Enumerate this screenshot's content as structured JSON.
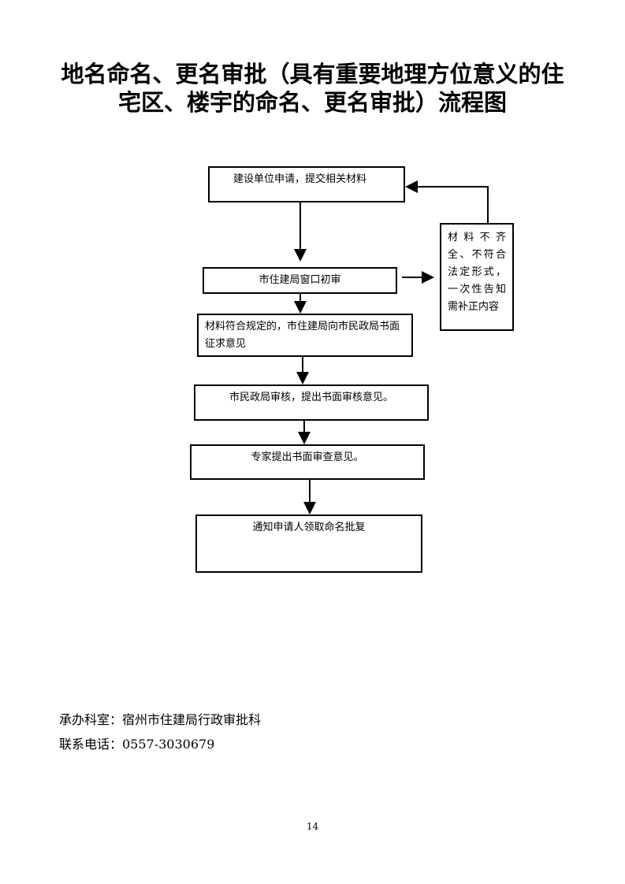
{
  "title": {
    "line1": "地名命名、更名审批（具有重要地理方位意义的住",
    "line2": "宅区、楼宇的命名、更名审批）流程图"
  },
  "flow": {
    "step1": "建设单位申请，提交相关材料",
    "step2": "市住建局窗口初审",
    "step3": "材料符合规定的，市住建局向市民政局书面征求意见",
    "step4": "市民政局审核，提出书面审核意见。",
    "step5": "专家提出书面审查意见。",
    "step6": "通知申请人领取命名批复",
    "side": "材 料 不 齐全、不符合法定形式，一次性告知需补正内容"
  },
  "footer": {
    "office": "承办科室：宿州市住建局行政审批科",
    "phone": "联系电话：0557-3030679"
  },
  "page_number": "14"
}
